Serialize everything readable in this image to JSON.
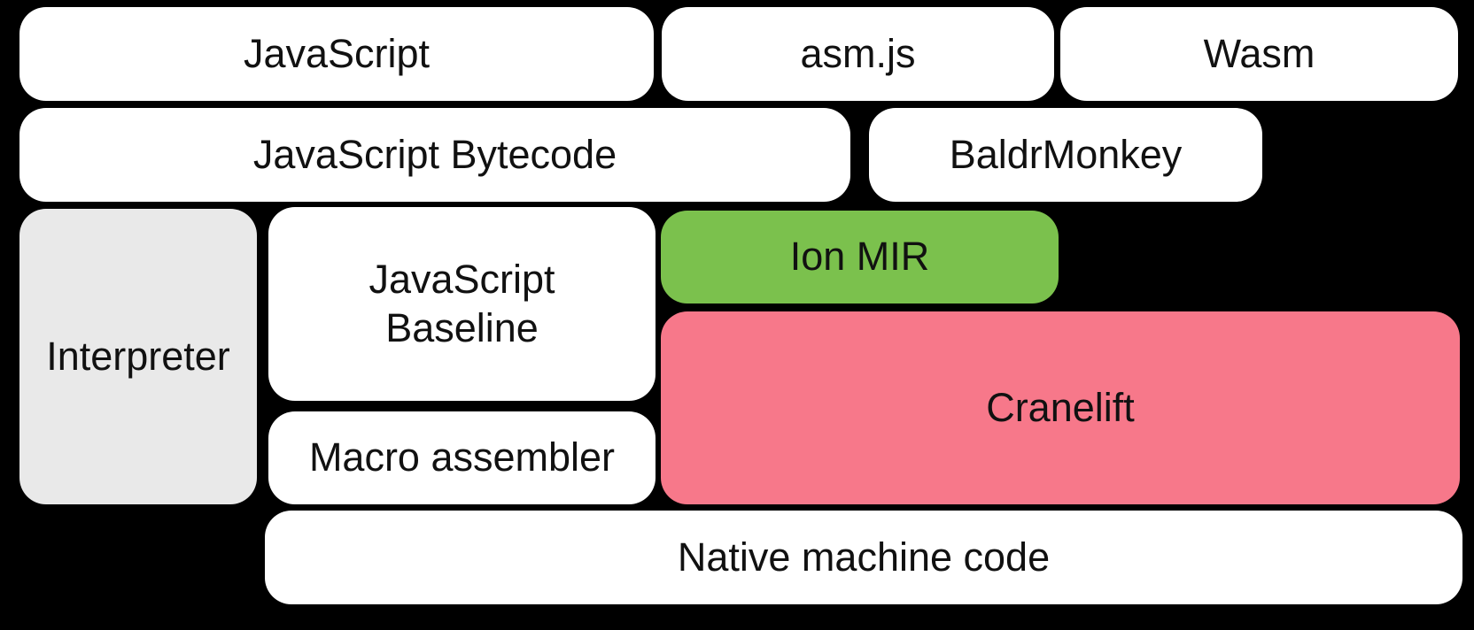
{
  "diagram": {
    "background_color": "#000000",
    "text_color": "#111111",
    "node_colors": {
      "white": "#ffffff",
      "gray": "#e9e9e9",
      "green": "#7bc14d",
      "pink": "#f7788a"
    },
    "nodes": {
      "javascript": {
        "label": "JavaScript",
        "color": "#ffffff"
      },
      "asmjs": {
        "label": "asm.js",
        "color": "#ffffff"
      },
      "wasm": {
        "label": "Wasm",
        "color": "#ffffff"
      },
      "javascript_bytecode": {
        "label": "JavaScript Bytecode",
        "color": "#ffffff"
      },
      "baldrmonkey": {
        "label": "BaldrMonkey",
        "color": "#ffffff"
      },
      "interpreter": {
        "label": "Interpreter",
        "color": "#e9e9e9"
      },
      "javascript_baseline": {
        "label": "JavaScript Baseline",
        "color": "#ffffff"
      },
      "macro_assembler": {
        "label": "Macro assembler",
        "color": "#ffffff"
      },
      "ion_mir": {
        "label": "Ion MIR",
        "color": "#7bc14d"
      },
      "cranelift": {
        "label": "Cranelift",
        "color": "#f7788a"
      },
      "native_machine_code": {
        "label": "Native machine code",
        "color": "#ffffff"
      }
    }
  }
}
